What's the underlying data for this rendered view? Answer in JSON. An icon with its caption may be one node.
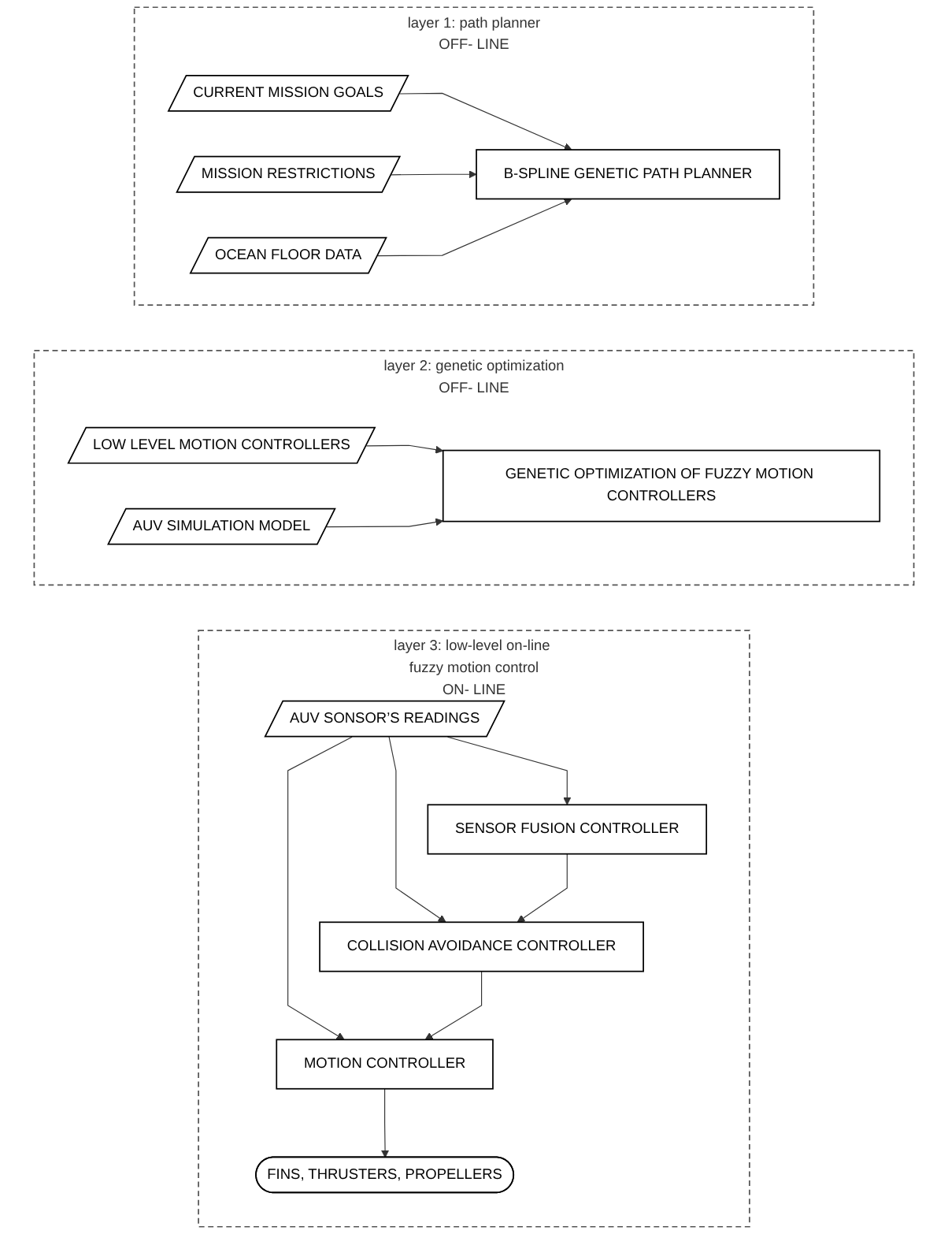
{
  "diagram": {
    "nodes": [
      {
        "text": [
          "layer 1: path planner"
        ],
        "beside": [
          "OFF- LINE"
        ]
      },
      {
        "text": [
          "CURRENT MISSION GOALS"
        ],
        "in": 0
      },
      {
        "text": [
          "MISSION RESTRICTIONS"
        ],
        "in": 0
      },
      {
        "text": [
          "OCEAN FLOOR DATA"
        ],
        "in": 0
      },
      {
        "text": [
          "B-SPLINE GENETIC PATH PLANNER"
        ],
        "in": 0
      },
      {
        "text": [
          "layer 2: genetic optimization"
        ],
        "beside": [
          "OFF- LINE"
        ]
      },
      {
        "text": [
          "LOW LEVEL MOTION CONTROLLERS"
        ],
        "in": 5
      },
      {
        "text": [
          "AUV SIMULATION MODEL"
        ],
        "in": 5
      },
      {
        "text": [
          "GENETIC OPTIMIZATION OF FUZZY MOTION CONTROLLERS"
        ],
        "in": 5
      },
      {
        "text": [
          "layer 3: low-level on-line fuzzy motion control"
        ],
        "beside": [
          "ON- LINE"
        ]
      },
      {
        "text": [
          "AUV SONSOR’S READINGS"
        ],
        "in": 9
      },
      {
        "text": [
          "SENSOR FUSION CONTROLLER"
        ],
        "in": 9
      },
      {
        "text": [
          "COLLISION AVOIDANCE CONTROLLER"
        ],
        "in": 9
      },
      {
        "text": [
          "MOTION CONTROLLER"
        ],
        "in": 9
      },
      {
        "text": [
          "FINS, THRUSTERS, PROPELLERS"
        ],
        "in": 9
      }
    ],
    "edges": [
      {
        "from": 1,
        "to": 4,
        "arrow": "to"
      },
      {
        "from": 2,
        "to": 4,
        "arrow": "to"
      },
      {
        "from": 3,
        "to": 4,
        "arrow": "to"
      },
      {
        "from": 6,
        "to": 8,
        "arrow": "to"
      },
      {
        "from": 7,
        "to": 8,
        "arrow": "to"
      },
      {
        "from": 10,
        "to": 11,
        "arrow": "to"
      },
      {
        "from": 10,
        "to": 12,
        "arrow": "to"
      },
      {
        "from": 10,
        "to": 13,
        "arrow": "to"
      },
      {
        "from": 11,
        "to": 12,
        "arrow": "to"
      },
      {
        "from": 12,
        "to": 13,
        "arrow": "to"
      },
      {
        "from": 13,
        "to": 14,
        "arrow": "to"
      }
    ]
  }
}
